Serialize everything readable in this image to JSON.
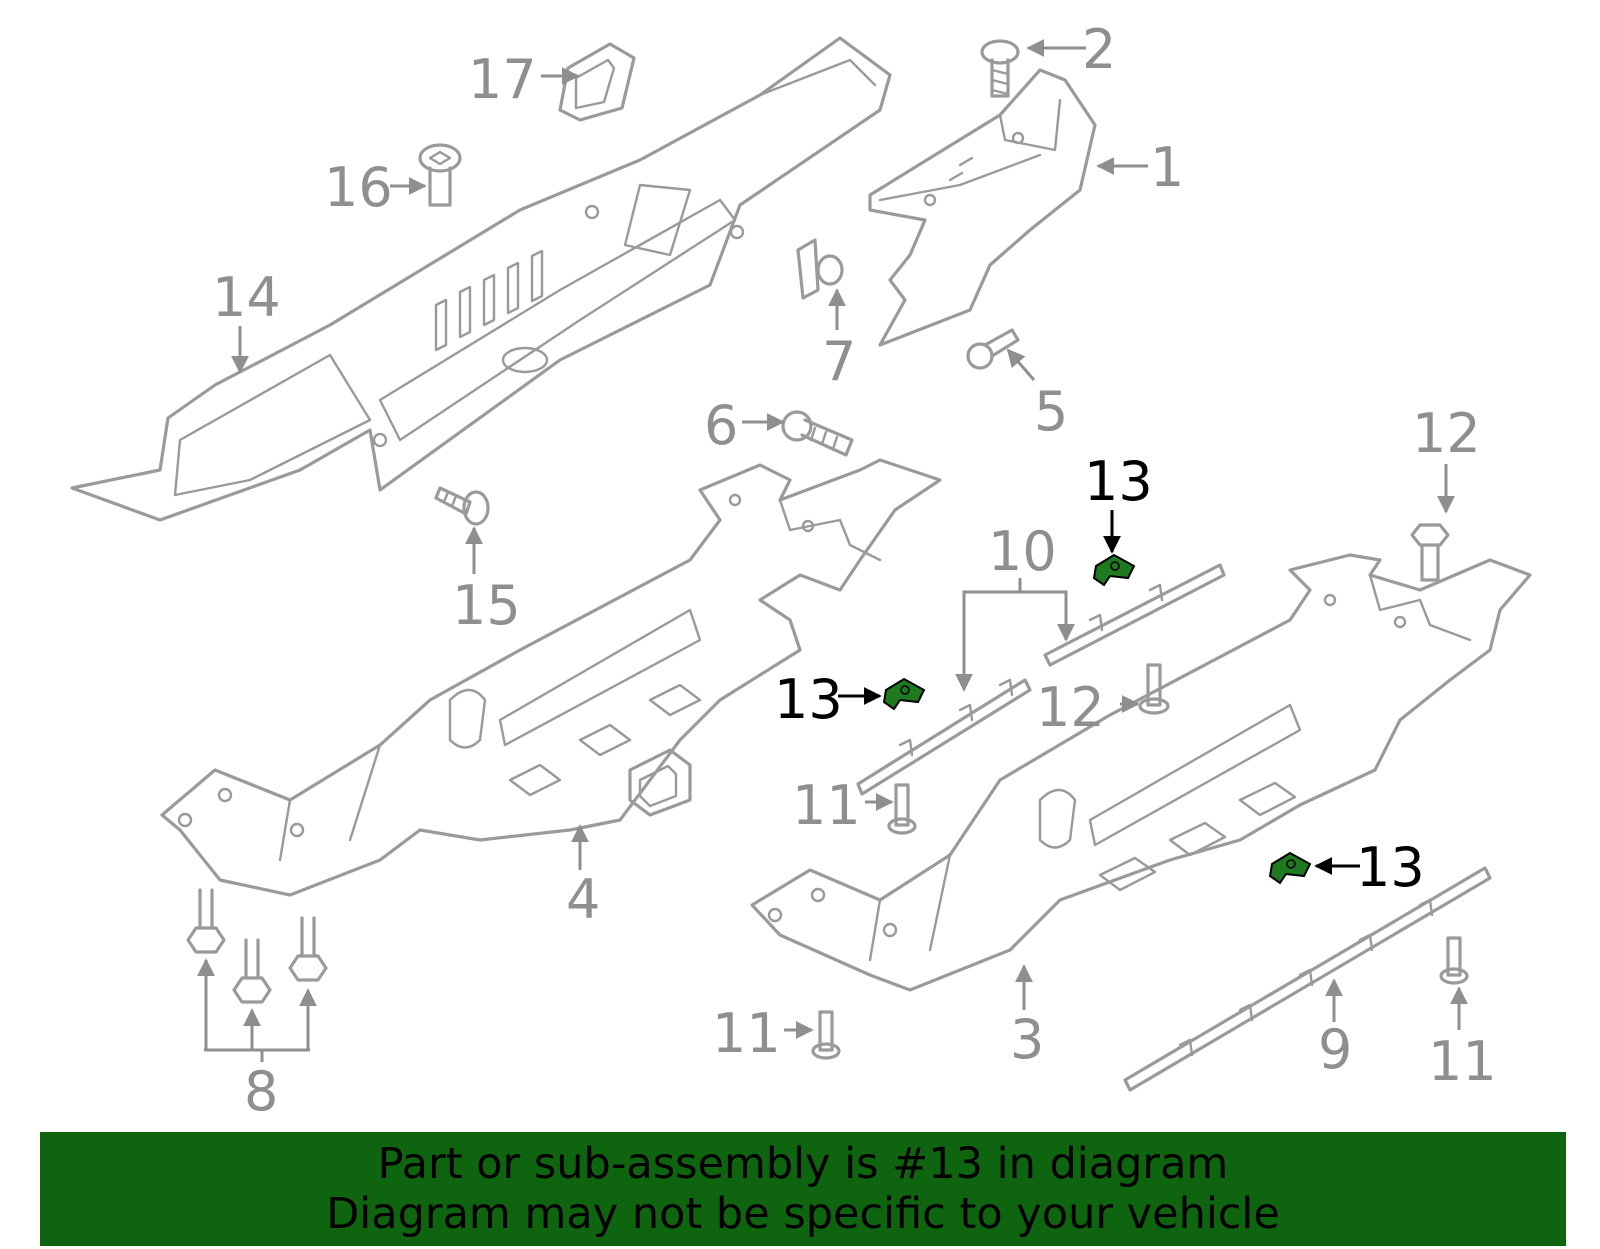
{
  "banner": {
    "line1": "Part or sub-assembly is #13 in diagram",
    "line2": "Diagram may not be specific to your vehicle"
  },
  "callouts": {
    "c1": "1",
    "c2": "2",
    "c3": "3",
    "c4": "4",
    "c5": "5",
    "c6": "6",
    "c7": "7",
    "c8": "8",
    "c9": "9",
    "c10": "10",
    "c11a": "11",
    "c11b": "11",
    "c11c": "11",
    "c12a": "12",
    "c12b": "12",
    "c13a": "13",
    "c13b": "13",
    "c13c": "13",
    "c14": "14",
    "c15": "15",
    "c16": "16",
    "c17": "17"
  },
  "colors": {
    "banner_bg": "#0f650f",
    "highlight_part": "#1e7a1e",
    "line_art": "#9a9a9a",
    "highlight_label": "#000000"
  },
  "highlighted_part": "13"
}
